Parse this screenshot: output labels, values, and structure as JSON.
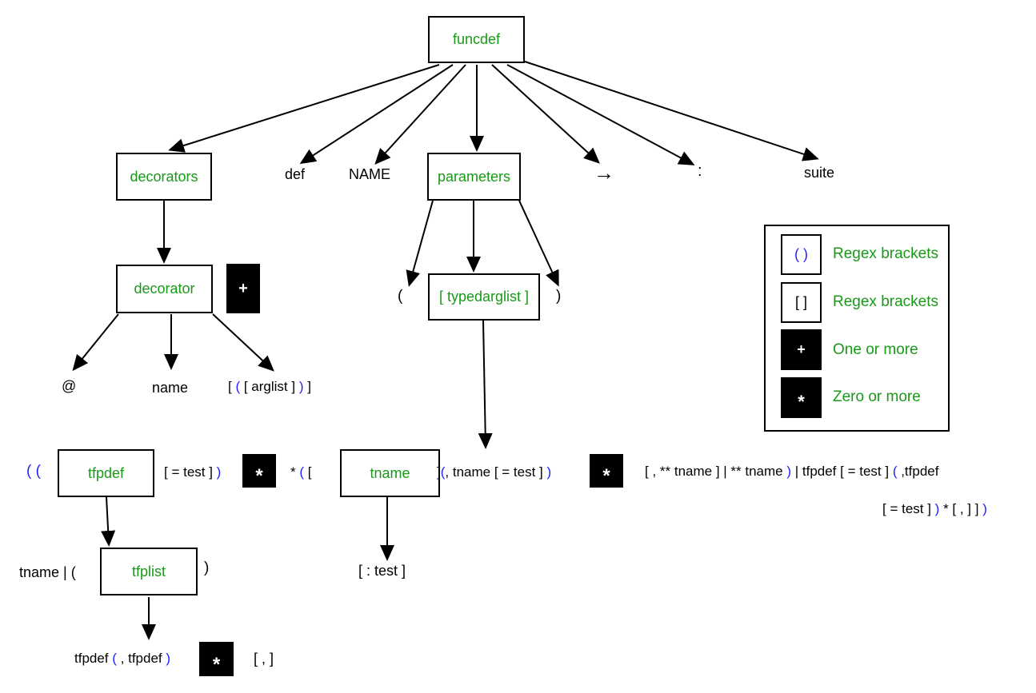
{
  "palette": {
    "green": "#189A18",
    "blue": "#1F1FFF",
    "black": "#000000",
    "background": "#FFFFFF",
    "box_border": "#000000"
  },
  "nodes": {
    "funcdef": {
      "label": "funcdef"
    },
    "decorators": {
      "label": "decorators"
    },
    "decorator": {
      "label": "decorator"
    },
    "parameters": {
      "label": "parameters"
    },
    "typedarglist": {
      "label": "[ typedarglist ]"
    },
    "tfpdef": {
      "label": "tfpdef"
    },
    "tname": {
      "label": "tname"
    },
    "tfplist": {
      "label": "tfplist"
    }
  },
  "operators": {
    "one_or_more": "+",
    "zero_or_more": "*"
  },
  "terminals": {
    "def": "def",
    "NAME": "NAME",
    "return_arrow": "→",
    "colon": ":",
    "suite": "suite",
    "at_sign": "@",
    "name": "name",
    "open_paren": "(",
    "close_paren": ")",
    "tfpdef_alternative": "tname | (",
    "tfplist_close_paren": ")",
    "tname_annotation": "[ : test ]",
    "trailing_comma": "[ , ]"
  },
  "expressions": {
    "decorator_arglist": [
      {
        "t": "[ ",
        "c": "black"
      },
      {
        "t": "( ",
        "c": "blue"
      },
      {
        "t": "[ arglist ] ",
        "c": "black"
      },
      {
        "t": ") ",
        "c": "blue"
      },
      {
        "t": "]",
        "c": "black"
      }
    ],
    "typedarglist_prefix": [
      {
        "t": "( (",
        "c": "blue"
      }
    ],
    "typedarglist_after_tfpdef": [
      {
        "t": "[ = test ] ",
        "c": "black"
      },
      {
        "t": ")",
        "c": "blue"
      }
    ],
    "typedarglist_star_open": [
      {
        "t": "*  ",
        "c": "black"
      },
      {
        "t": "( ",
        "c": "blue"
      },
      {
        "t": "[",
        "c": "black"
      }
    ],
    "typedarglist_after_tname": [
      {
        "t": "]",
        "c": "black"
      },
      {
        "t": "(",
        "c": "blue"
      },
      {
        "t": ", tname [ = test ] ",
        "c": "black"
      },
      {
        "t": ")",
        "c": "blue"
      }
    ],
    "typedarglist_tail_line1": [
      {
        "t": "[ , ** tname ] | ** tname ",
        "c": "black"
      },
      {
        "t": ") ",
        "c": "blue"
      },
      {
        "t": "| tfpdef [ = test ] ",
        "c": "black"
      },
      {
        "t": "( ",
        "c": "blue"
      },
      {
        "t": ",tfpdef",
        "c": "black"
      }
    ],
    "typedarglist_tail_line2": [
      {
        "t": "[ = test ] ",
        "c": "black"
      },
      {
        "t": ") ",
        "c": "blue"
      },
      {
        "t": "* [ , ] ] ",
        "c": "black"
      },
      {
        "t": ")",
        "c": "blue"
      }
    ],
    "tfplist_expansion": [
      {
        "t": "tfpdef ",
        "c": "black"
      },
      {
        "t": "( ",
        "c": "blue"
      },
      {
        "t": ", tfpdef ",
        "c": "black"
      },
      {
        "t": ")",
        "c": "blue"
      }
    ]
  },
  "legend": {
    "items": [
      {
        "symbol": "( )",
        "label": "Regex brackets"
      },
      {
        "symbol": "[ ]",
        "label": "Regex brackets"
      },
      {
        "symbol": "+",
        "label": "One or more"
      },
      {
        "symbol": "*",
        "label": "Zero or more"
      }
    ]
  }
}
